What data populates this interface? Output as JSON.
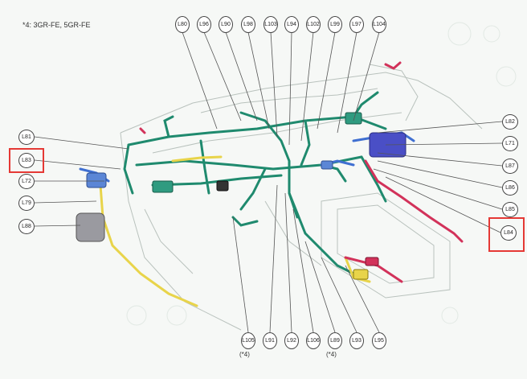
{
  "note": "*4: 3GR-FE, 5GR-FE",
  "callouts_top": [
    "L80",
    "L96",
    "L90",
    "L98",
    "L103",
    "L94",
    "L102",
    "L99",
    "L97",
    "L104"
  ],
  "callouts_left": [
    "L81",
    "L83",
    "L72",
    "L79",
    "L88"
  ],
  "callouts_right": [
    "L82",
    "L71",
    "L87",
    "L86",
    "L85",
    "L84"
  ],
  "callouts_bottom": [
    "L105",
    "L91",
    "L92",
    "L106",
    "L89",
    "L93",
    "L95"
  ],
  "footnotes": {
    "l105": "(*4)",
    "l89": "(*4)"
  },
  "highlighted": [
    "L83",
    "L84"
  ],
  "colors": {
    "harness_main": "#1f8a6e",
    "harness_yellow": "#e8d44a",
    "harness_blue": "#3f6fd1",
    "harness_red": "#d2325a",
    "highlight_box": "#e53935",
    "leader_line": "#555555"
  }
}
